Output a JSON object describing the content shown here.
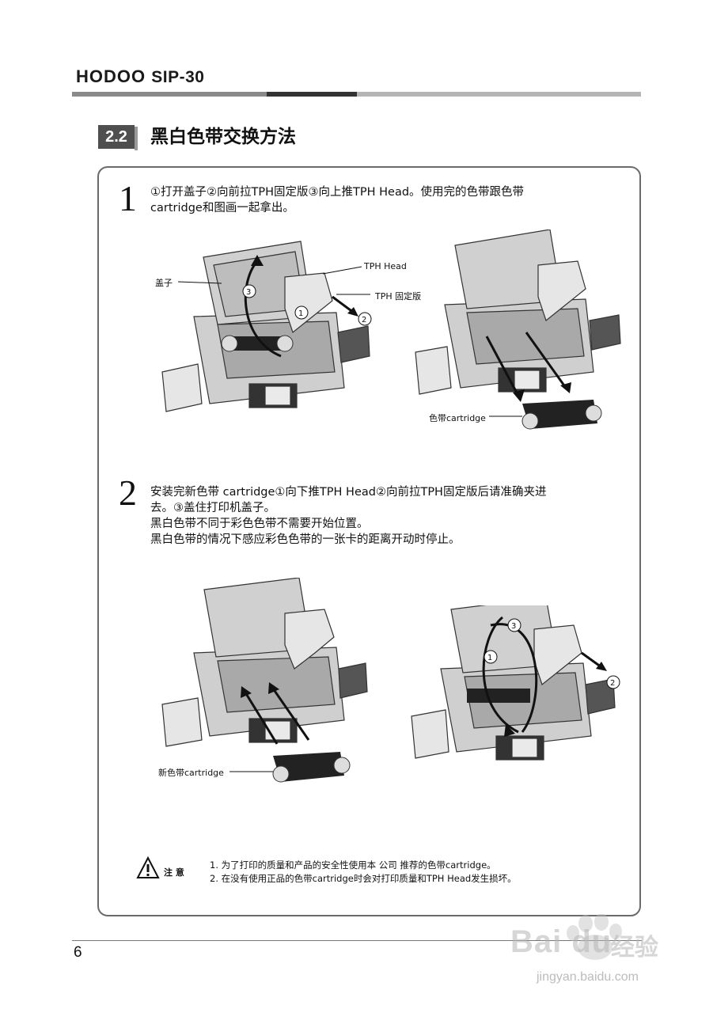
{
  "header": {
    "brand": "HODOO",
    "model": "SIP-30"
  },
  "section": {
    "number": "2.2",
    "title": "黑白色带交换方法"
  },
  "steps": [
    {
      "number": "1",
      "lines": [
        "①打开盖子②向前拉TPH固定版③向上推TPH Head。使用完的色带跟色带",
        "cartridge和图画一起拿出。"
      ],
      "labels": {
        "cover": "盖子",
        "tph_head": "TPH Head",
        "tph_plate": "TPH 固定版",
        "cartridge": "色带cartridge"
      }
    },
    {
      "number": "2",
      "lines": [
        "安装完新色带 cartridge①向下推TPH Head②向前拉TPH固定版后请准确夹进",
        "去。③盖住打印机盖子。",
        "黑白色带不同于彩色色带不需要开始位置。",
        "黑白色带的情况下感应彩色色带的一张卡的距离开动时停止。"
      ],
      "labels": {
        "new_cartridge": "新色带cartridge"
      }
    }
  ],
  "caution": {
    "label": "注 意",
    "notes": [
      "1. 为了打印的质量和产品的安全性使用本 公司 推荐的色带cartridge。",
      "2. 在没有使用正品的色带cartridge时会对打印质量和TPH Head发生损坏。"
    ]
  },
  "footer": {
    "page_number": "6"
  },
  "watermark": {
    "logo": "Bai du",
    "suffix": "经验",
    "url": "jingyan.baidu.com"
  }
}
